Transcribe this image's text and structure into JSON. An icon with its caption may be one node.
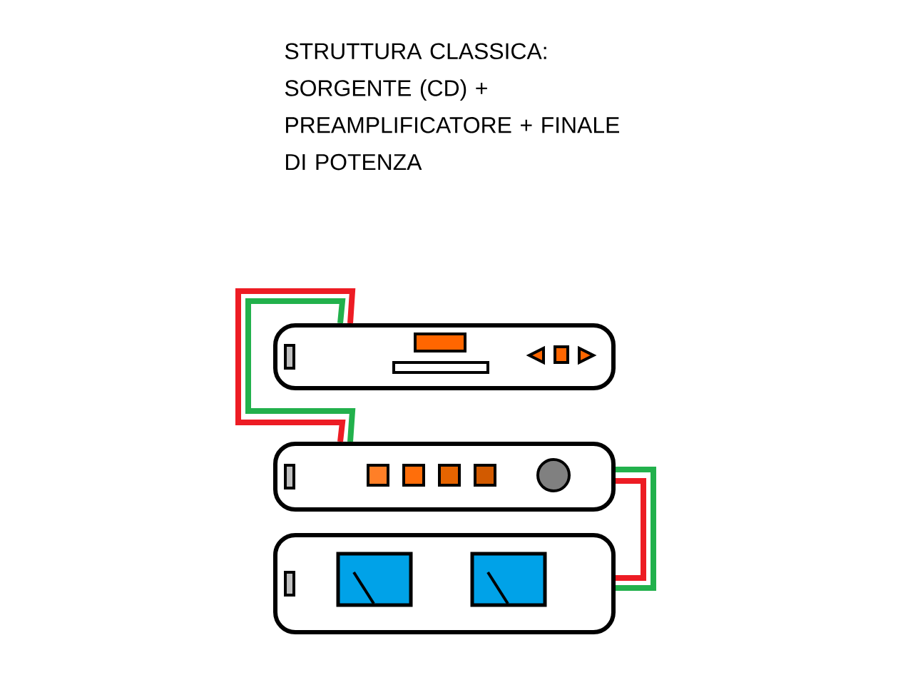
{
  "diagram": {
    "title": "STRUTTURA CLASSICA: SORGENTE (CD) + PREAMPLIFICATORE + FINALE DI POTENZA",
    "nodes": [
      {
        "text": [],
        "shape": "box"
      },
      {
        "text": [],
        "shape": "box"
      },
      {
        "text": [],
        "shape": "box"
      }
    ],
    "edges": [
      {
        "from": 0,
        "to": 1,
        "arrow": "none",
        "color": "#ed1c24"
      },
      {
        "from": 0,
        "to": 1,
        "arrow": "none",
        "color": "#22b14c"
      },
      {
        "from": 1,
        "to": 2,
        "arrow": "none",
        "color": "#ed1c24"
      },
      {
        "from": 1,
        "to": 2,
        "arrow": "none",
        "color": "#22b14c"
      }
    ]
  }
}
